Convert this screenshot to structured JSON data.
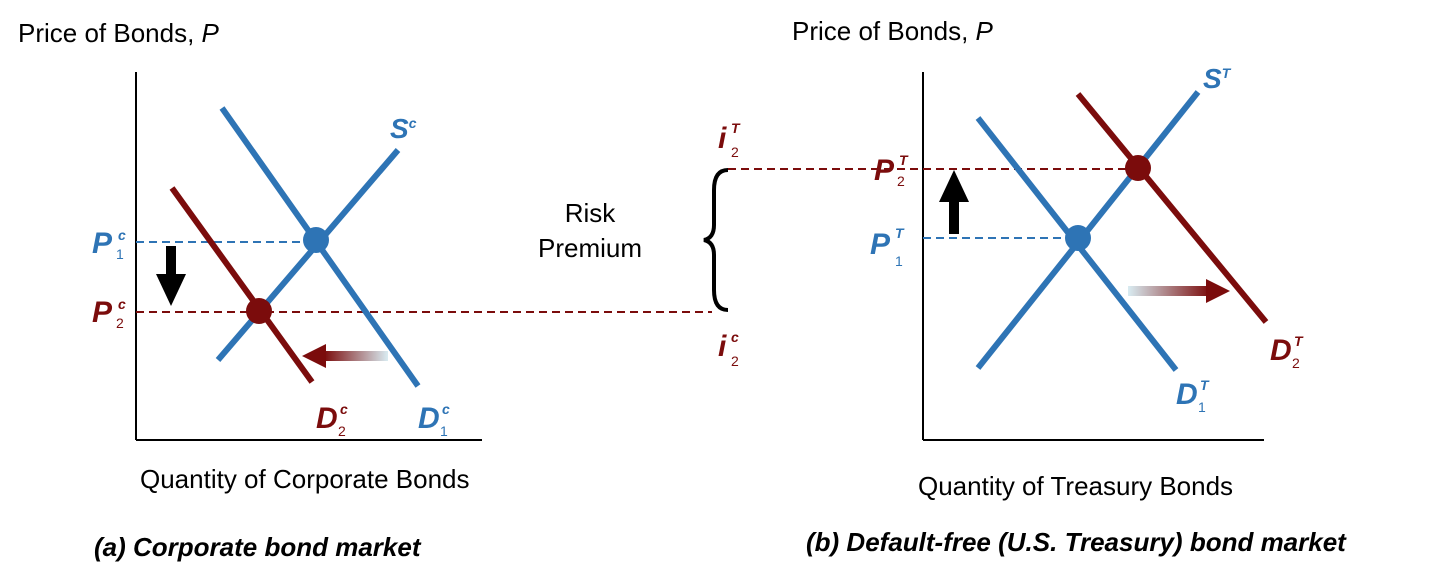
{
  "colors": {
    "blue": "#2e74b5",
    "dark_red": "#7b0c0c",
    "black": "#000000"
  },
  "panel_a": {
    "y_axis_title": "Price of Bonds, ",
    "y_axis_var": "P",
    "x_axis_title": "Quantity of Corporate Bonds",
    "caption": "(a) Corporate bond market",
    "supply_label": "S",
    "supply_sup": "c",
    "p1": {
      "main": "P",
      "sup": "c",
      "sub": "1"
    },
    "p2": {
      "main": "P",
      "sup": "c",
      "sub": "2"
    },
    "d1": {
      "main": "D",
      "sup": "c",
      "sub": "1"
    },
    "d2": {
      "main": "D",
      "sup": "c",
      "sub": "2"
    }
  },
  "middle": {
    "risk_line1": "Risk",
    "risk_line2": "Premium",
    "i2t": {
      "main": "i",
      "sup": "T",
      "sub": "2"
    },
    "i2c": {
      "main": "i",
      "sup": "c",
      "sub": "2"
    }
  },
  "panel_b": {
    "y_axis_title": "Price of Bonds, ",
    "y_axis_var": "P",
    "x_axis_title": "Quantity of Treasury Bonds",
    "caption": "(b) Default-free (U.S. Treasury) bond market",
    "supply_label": "S",
    "supply_sup": "T",
    "p1": {
      "main": "P",
      "sup": "T",
      "sub": "1"
    },
    "p2": {
      "main": "P",
      "sup": "T",
      "sub": "2"
    },
    "d1": {
      "main": "D",
      "sup": "T",
      "sub": "1"
    },
    "d2": {
      "main": "D",
      "sup": "T",
      "sub": "2"
    }
  }
}
